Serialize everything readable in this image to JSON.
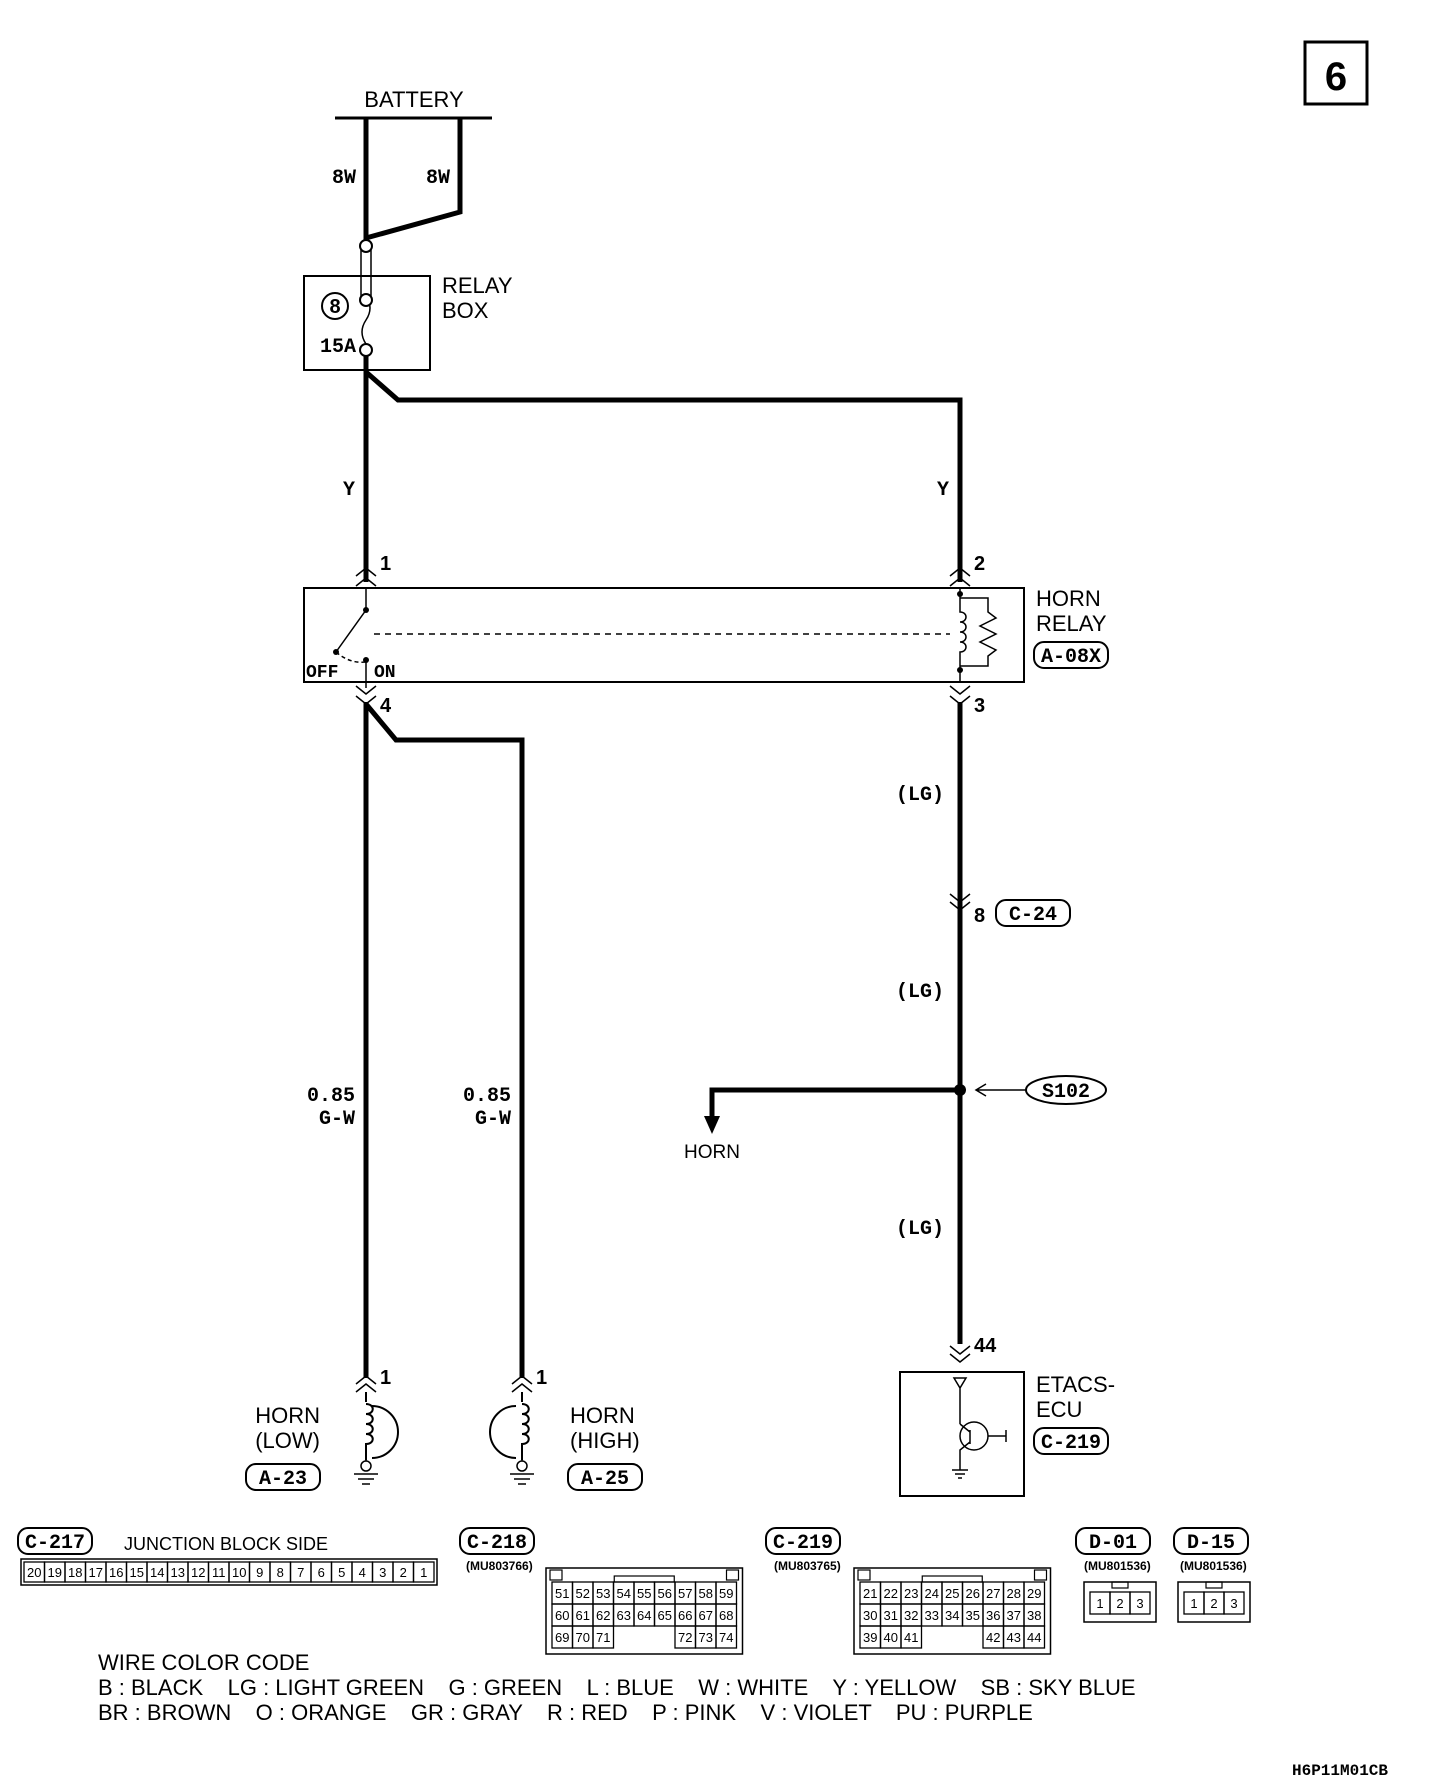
{
  "page_number": "6",
  "battery": {
    "label": "BATTERY",
    "wire_left": "8W",
    "wire_right": "8W"
  },
  "relay_box": {
    "label_line1": "RELAY",
    "label_line2": "BOX",
    "fuse_no": "8",
    "fuse_rating": "15A"
  },
  "wires": {
    "y_left": "Y",
    "y_right": "Y",
    "lg_1": "(LG)",
    "lg_2": "(LG)",
    "lg_3": "(LG)",
    "gw_left_line1": "0.85",
    "gw_left_line2": "G-W",
    "gw_right_line1": "0.85",
    "gw_right_line2": "G-W"
  },
  "horn_relay": {
    "label_line1": "HORN",
    "label_line2": "RELAY",
    "connector": "A-08X",
    "pin1": "1",
    "pin2": "2",
    "pin3": "3",
    "pin4": "4",
    "off": "OFF",
    "on": "ON"
  },
  "connector_c24": {
    "pin": "8",
    "label": "C-24"
  },
  "splice": {
    "label": "S102"
  },
  "horn_branch": {
    "label": "HORN"
  },
  "etacs": {
    "pin": "44",
    "label_line1": "ETACS-",
    "label_line2": "ECU",
    "connector": "C-219"
  },
  "horn_low": {
    "pin": "1",
    "label_line1": "HORN",
    "label_line2": "(LOW)",
    "connector": "A-23"
  },
  "horn_high": {
    "pin": "1",
    "label_line1": "HORN",
    "label_line2": "(HIGH)",
    "connector": "A-25"
  },
  "connectors_panel": {
    "c217": {
      "label": "C-217",
      "caption": "JUNCTION BLOCK SIDE",
      "pins": [
        "20",
        "19",
        "18",
        "17",
        "16",
        "15",
        "14",
        "13",
        "12",
        "11",
        "10",
        "9",
        "8",
        "7",
        "6",
        "5",
        "4",
        "3",
        "2",
        "1"
      ]
    },
    "c218": {
      "label": "C-218",
      "part": "(MU803766)",
      "rows": [
        [
          "51",
          "52",
          "53",
          "54",
          "55",
          "56",
          "57",
          "58",
          "59"
        ],
        [
          "60",
          "61",
          "62",
          "63",
          "64",
          "65",
          "66",
          "67",
          "68"
        ],
        [
          "69",
          "70",
          "71",
          "",
          "",
          "",
          "72",
          "73",
          "74"
        ]
      ]
    },
    "c219": {
      "label": "C-219",
      "part": "(MU803765)",
      "rows": [
        [
          "21",
          "22",
          "23",
          "24",
          "25",
          "26",
          "27",
          "28",
          "29"
        ],
        [
          "30",
          "31",
          "32",
          "33",
          "34",
          "35",
          "36",
          "37",
          "38"
        ],
        [
          "39",
          "40",
          "41",
          "",
          "",
          "",
          "42",
          "43",
          "44"
        ]
      ]
    },
    "d01": {
      "label": "D-01",
      "part": "(MU801536)",
      "pins": [
        "1",
        "2",
        "3"
      ]
    },
    "d15": {
      "label": "D-15",
      "part": "(MU801536)",
      "pins": [
        "1",
        "2",
        "3"
      ]
    }
  },
  "color_code": {
    "title": "WIRE COLOR CODE",
    "line1": "B : BLACK    LG : LIGHT GREEN    G : GREEN    L : BLUE    W : WHITE    Y : YELLOW    SB : SKY BLUE",
    "line2": "BR : BROWN    O : ORANGE    GR : GRAY    R : RED    P : PINK    V : VIOLET    PU : PURPLE"
  },
  "figure_code": "H6P11M01CB"
}
